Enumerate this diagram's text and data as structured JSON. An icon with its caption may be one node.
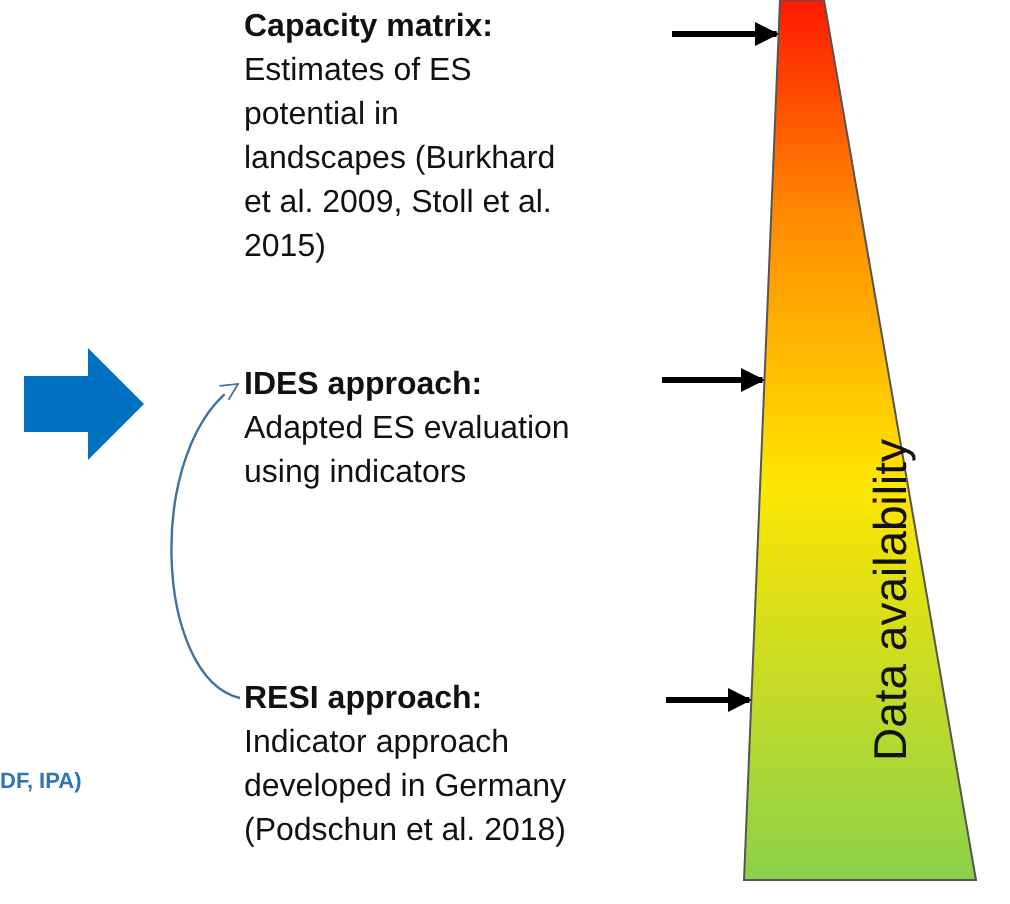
{
  "diagram": {
    "nodes": [
      {
        "text": [
          "Capacity matrix:",
          "Estimates of ES potential in landscapes (Burkhard et al. 2009, Stoll et al. 2015)"
        ]
      },
      {
        "text": [
          "IDES approach:",
          "Adapted ES evaluation using indicators"
        ]
      },
      {
        "text": [
          "RESI approach:",
          "Indicator approach developed in Germany (Podschun et al. 2018)"
        ]
      },
      {
        "text": [
          "Data availability"
        ]
      }
    ],
    "edges": [
      {
        "from": 0,
        "to": 3,
        "arrow": "to"
      },
      {
        "from": 1,
        "to": 3,
        "arrow": "to"
      },
      {
        "from": 2,
        "to": 3,
        "arrow": "to"
      },
      {
        "from": 2,
        "to": 1,
        "arrow": "to",
        "color": "#41719c"
      }
    ],
    "labels": [
      "DF, IPA)"
    ]
  }
}
